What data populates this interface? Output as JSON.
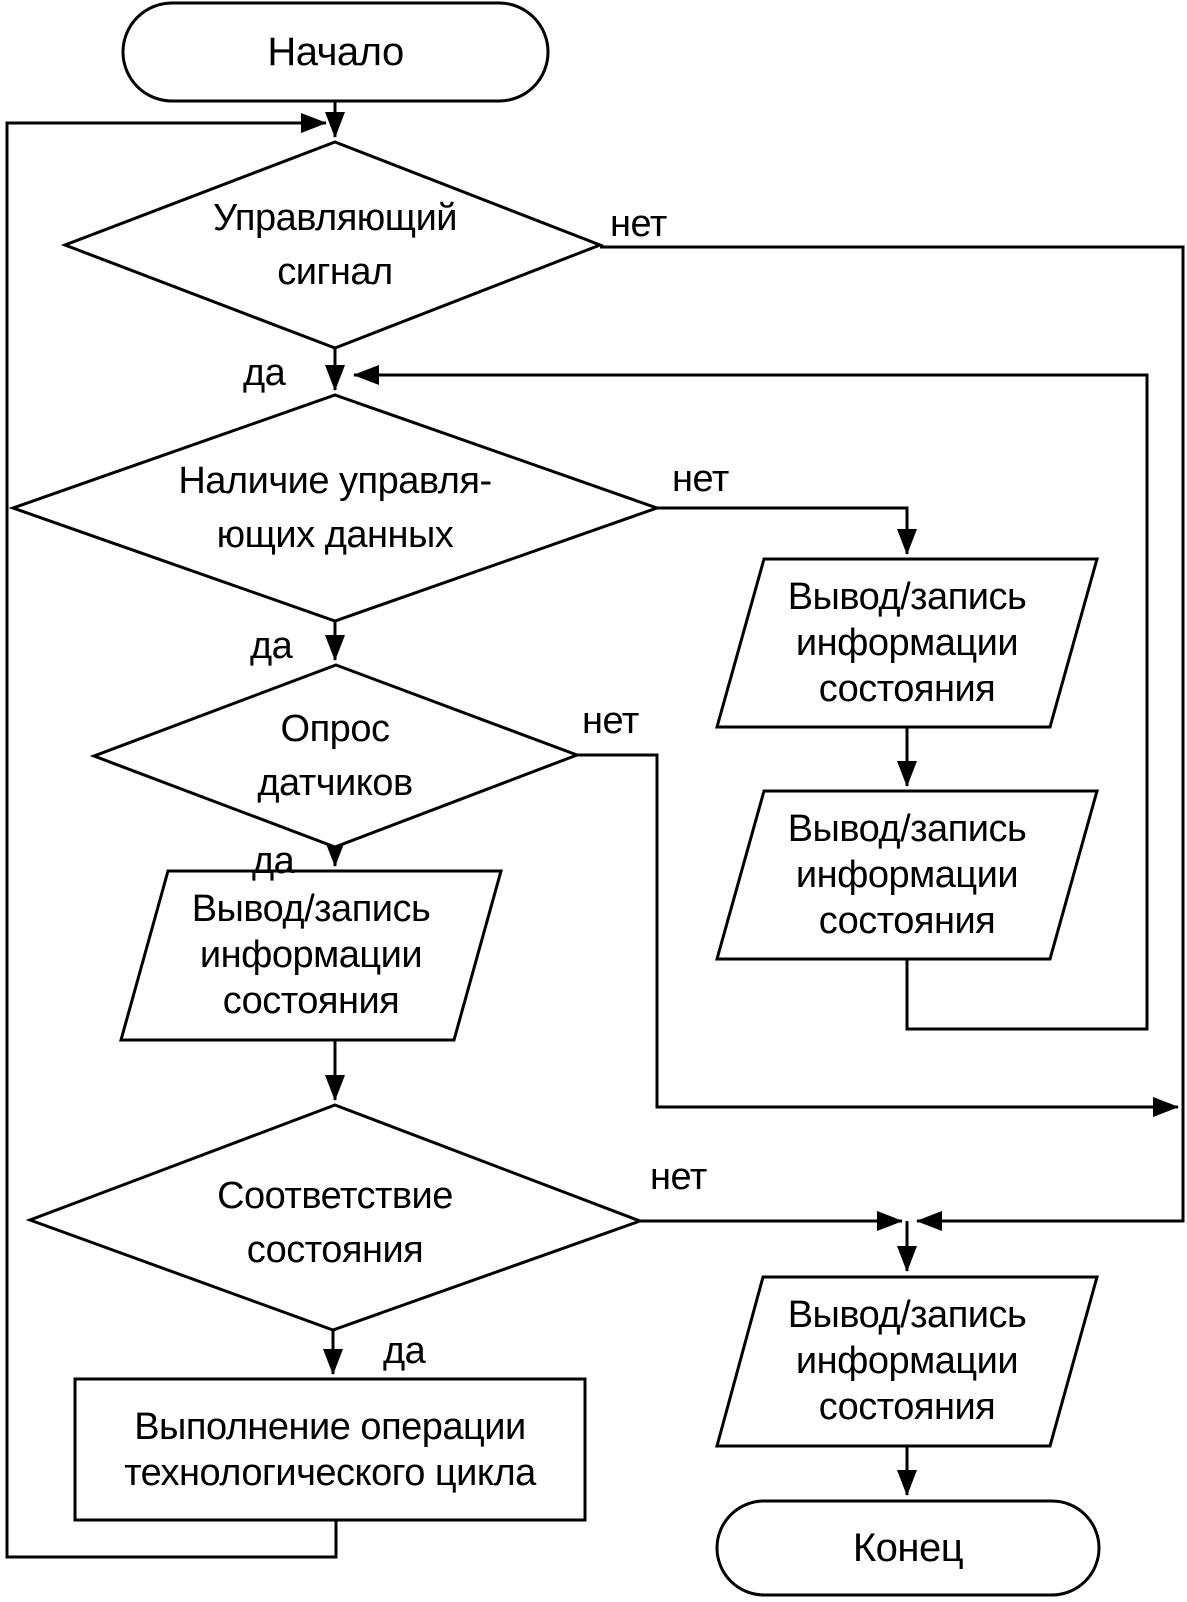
{
  "title": "Блок-схема алгоритма управления технологическим циклом",
  "colors": {
    "stroke": "#000000",
    "fill": "#ffffff",
    "background": "#ffffff"
  },
  "nodes": {
    "start": {
      "type": "terminator",
      "label": "Начало"
    },
    "d1": {
      "type": "decision",
      "label": "Управляющий\nсигнал"
    },
    "d2": {
      "type": "decision",
      "label": "Наличие управля-\nющих данных"
    },
    "d3": {
      "type": "decision",
      "label": "Опрос\nдатчиков"
    },
    "io_left": {
      "type": "input-output",
      "label": "Вывод/запись\nинформации\nсостояния"
    },
    "io_right1": {
      "type": "input-output",
      "label": "Вывод/запись\nинформации\nсостояния"
    },
    "io_right2": {
      "type": "input-output",
      "label": "Вывод/запись\nинформации\nсостояния"
    },
    "d4": {
      "type": "decision",
      "label": "Соответствие\nсостояния"
    },
    "process": {
      "type": "process",
      "label": "Выполнение операции\nтехнологического цикла"
    },
    "io_bottom": {
      "type": "input-output",
      "label": "Вывод/запись\nинформации\nсостояния"
    },
    "end": {
      "type": "terminator",
      "label": "Конец"
    }
  },
  "edge_labels": {
    "d1_yes": "да",
    "d1_no": "нет",
    "d2_yes": "да",
    "d2_no": "нет",
    "d3_yes": "да",
    "d3_no": "нет",
    "d4_yes": "да",
    "d4_no": "нет"
  }
}
